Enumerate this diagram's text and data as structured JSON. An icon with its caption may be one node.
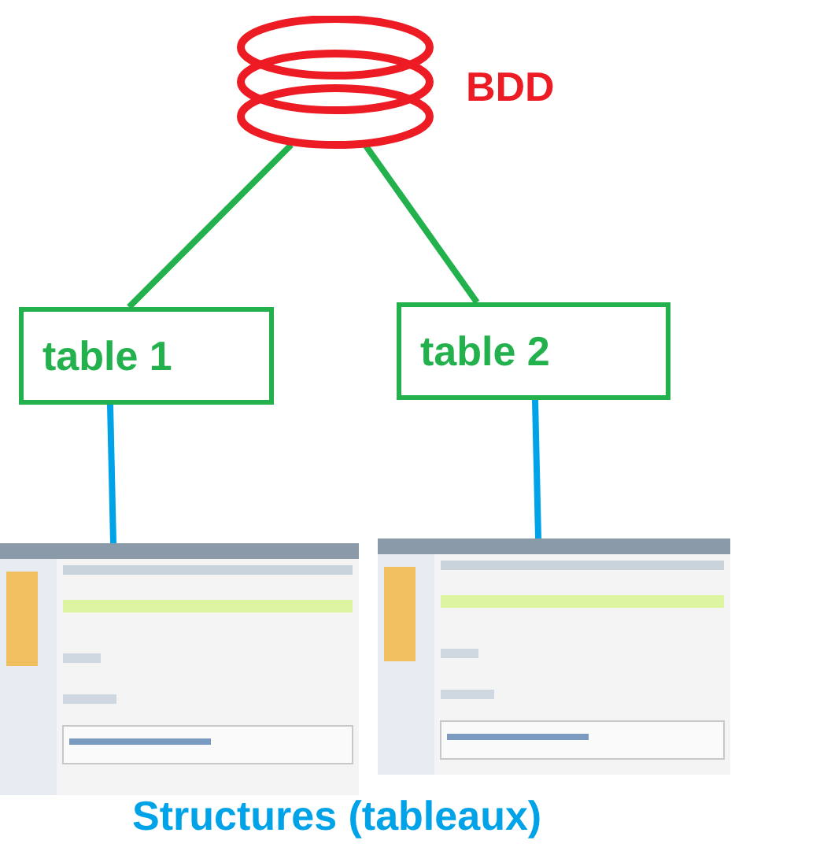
{
  "diagram": {
    "nodes": [
      {
        "text": [
          "BDD"
        ]
      },
      {
        "text": [
          "table 1"
        ]
      },
      {
        "text": [
          "table 2"
        ]
      },
      {
        "text": [],
        "shape": "picture"
      },
      {
        "text": [],
        "shape": "picture"
      }
    ],
    "edges": [
      {
        "from": 0,
        "to": 1,
        "arrow": "none",
        "color": "#22b14c"
      },
      {
        "from": 0,
        "to": 2,
        "arrow": "none",
        "color": "#22b14c"
      },
      {
        "from": 1,
        "to": 3,
        "arrow": "none",
        "color": "#00a2e8"
      },
      {
        "from": 2,
        "to": 4,
        "arrow": "none",
        "color": "#00a2e8"
      }
    ],
    "labels": [
      "Structures (tableaux)"
    ]
  }
}
